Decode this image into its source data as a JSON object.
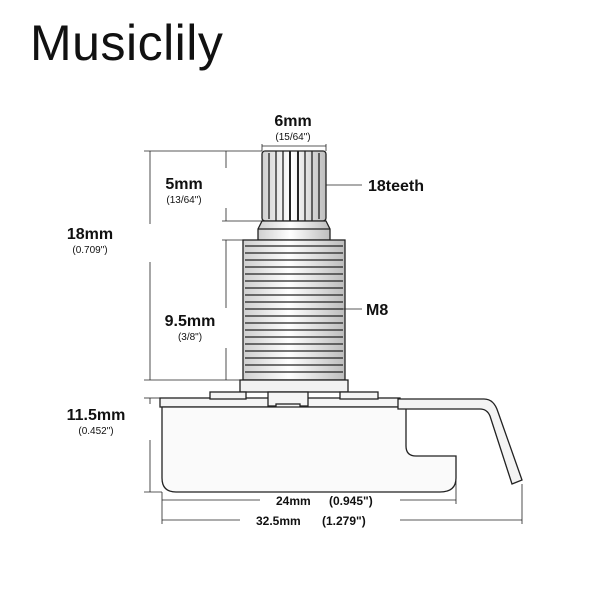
{
  "brand": "Musiclily",
  "labels": {
    "shaft_diameter": {
      "main": "6mm",
      "sub": "(15/64\")"
    },
    "knurl_length": {
      "main": "5mm",
      "sub": "(13/64\")"
    },
    "teeth": "18teeth",
    "total_height": {
      "main": "18mm",
      "sub": "(0.709\")"
    },
    "thread_length": {
      "main": "9.5mm",
      "sub": "(3/8\")"
    },
    "thread_size": "M8",
    "body_height": {
      "main": "11.5mm",
      "sub": "(0.452\")"
    },
    "body_width": {
      "main": "24mm",
      "sub": "(0.945\")"
    },
    "overall_width": {
      "main": "32.5mm",
      "sub": "(1.279\")"
    }
  }
}
